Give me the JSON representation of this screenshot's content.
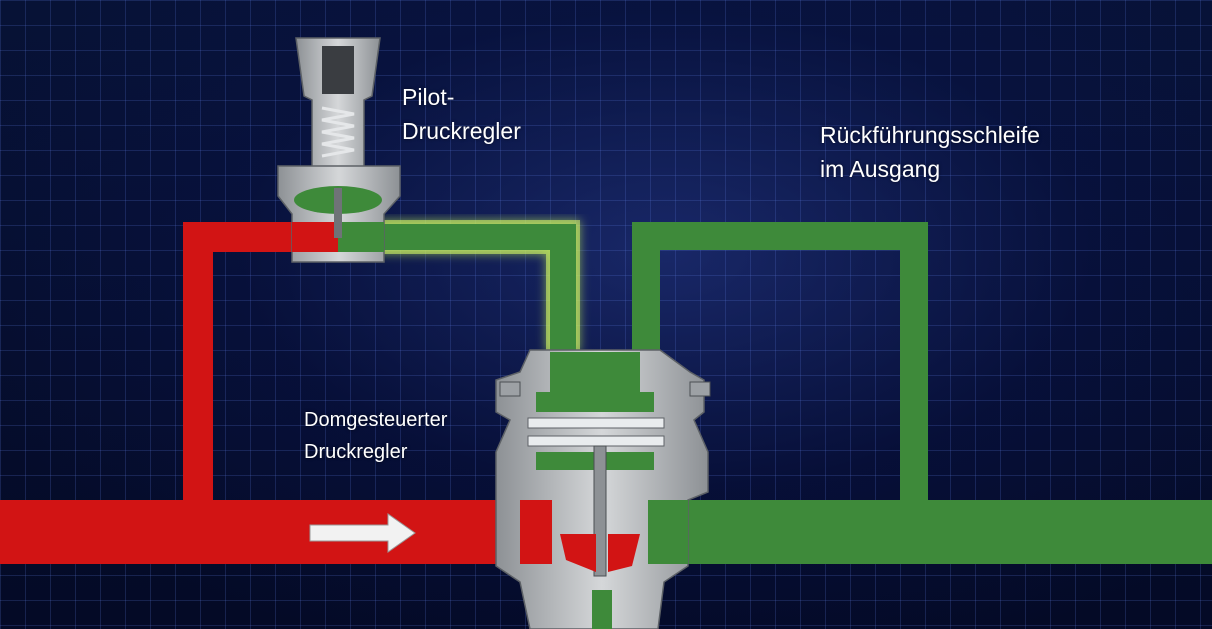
{
  "labels": {
    "pilot_line1": "Pilot-",
    "pilot_line2": "Druckregler",
    "loop_line1": "Rückführungsschleife",
    "loop_line2": "im Ausgang",
    "dome_line1": "Domgesteuerter",
    "dome_line2": "Druckregler"
  },
  "colors": {
    "inlet_pressure": "#d21414",
    "outlet_pressure": "#3e8a3a",
    "control_line_glow": "#d8ff66",
    "body_metal": "#b9bcbf",
    "background": "#071236"
  },
  "icons": {
    "flow_direction": "right-arrow-icon"
  }
}
